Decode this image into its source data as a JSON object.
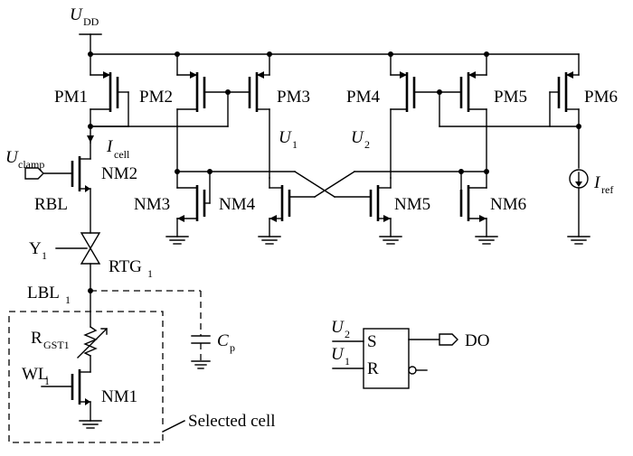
{
  "supply": {
    "main": "U",
    "sub": "DD"
  },
  "transistors": {
    "pm1": "PM1",
    "pm2": "PM2",
    "pm3": "PM3",
    "pm4": "PM4",
    "pm5": "PM5",
    "pm6": "PM6",
    "nm1": "NM1",
    "nm2": "NM2",
    "nm3": "NM3",
    "nm4": "NM4",
    "nm5": "NM5",
    "nm6": "NM6"
  },
  "nodes": {
    "u1": {
      "main": "U",
      "sub": "1"
    },
    "u2": {
      "main": "U",
      "sub": "2"
    },
    "icell": {
      "main": "I",
      "sub": "cell"
    },
    "uclamp": {
      "main": "U",
      "sub": "clamp"
    },
    "iref": {
      "main": "I",
      "sub": "ref"
    },
    "rbl": "RBL",
    "y1": {
      "main": "Y",
      "sub": "1"
    },
    "rtg1": {
      "main": "RTG",
      "sub": "1"
    },
    "lbl1": {
      "main": "LBL",
      "sub": "1"
    },
    "rgst1": {
      "main": "R",
      "sub": "GST1"
    },
    "wl1": {
      "main": "WL",
      "sub": "1"
    },
    "cp": {
      "main": "C",
      "sub": "p"
    }
  },
  "latch": {
    "s_label": "S",
    "r_label": "R",
    "in_s": {
      "main": "U",
      "sub": "2"
    },
    "in_r": {
      "main": "U",
      "sub": "1"
    },
    "output": "DO"
  },
  "selected_cell_label": "Selected cell"
}
